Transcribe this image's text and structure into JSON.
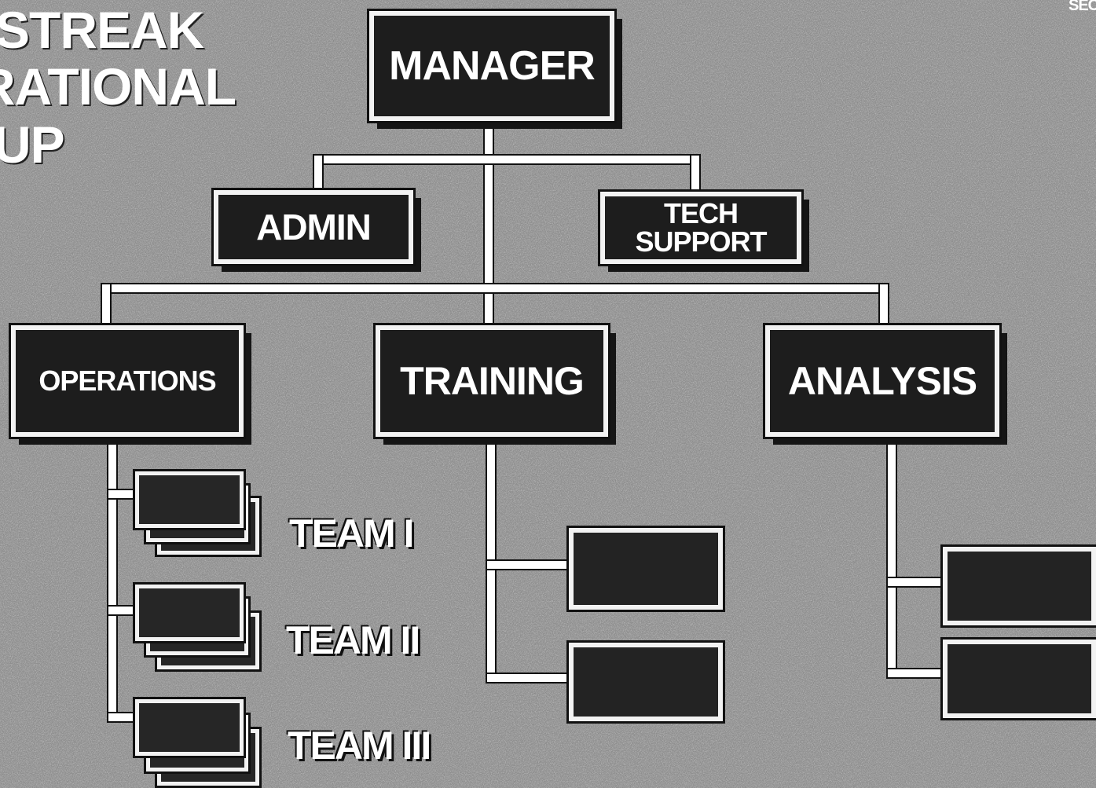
{
  "title": {
    "lines": [
      "STREAK",
      "RATIONAL",
      "UP"
    ]
  },
  "corner_text": "SEC",
  "org_chart": {
    "manager": "MANAGER",
    "admin": "ADMIN",
    "tech_support": [
      "TECH",
      "SUPPORT"
    ],
    "operations": "OPERATIONS",
    "training": "TRAINING",
    "analysis": "ANALYSIS",
    "teams": [
      "TEAM I",
      "TEAM II",
      "TEAM III"
    ]
  }
}
